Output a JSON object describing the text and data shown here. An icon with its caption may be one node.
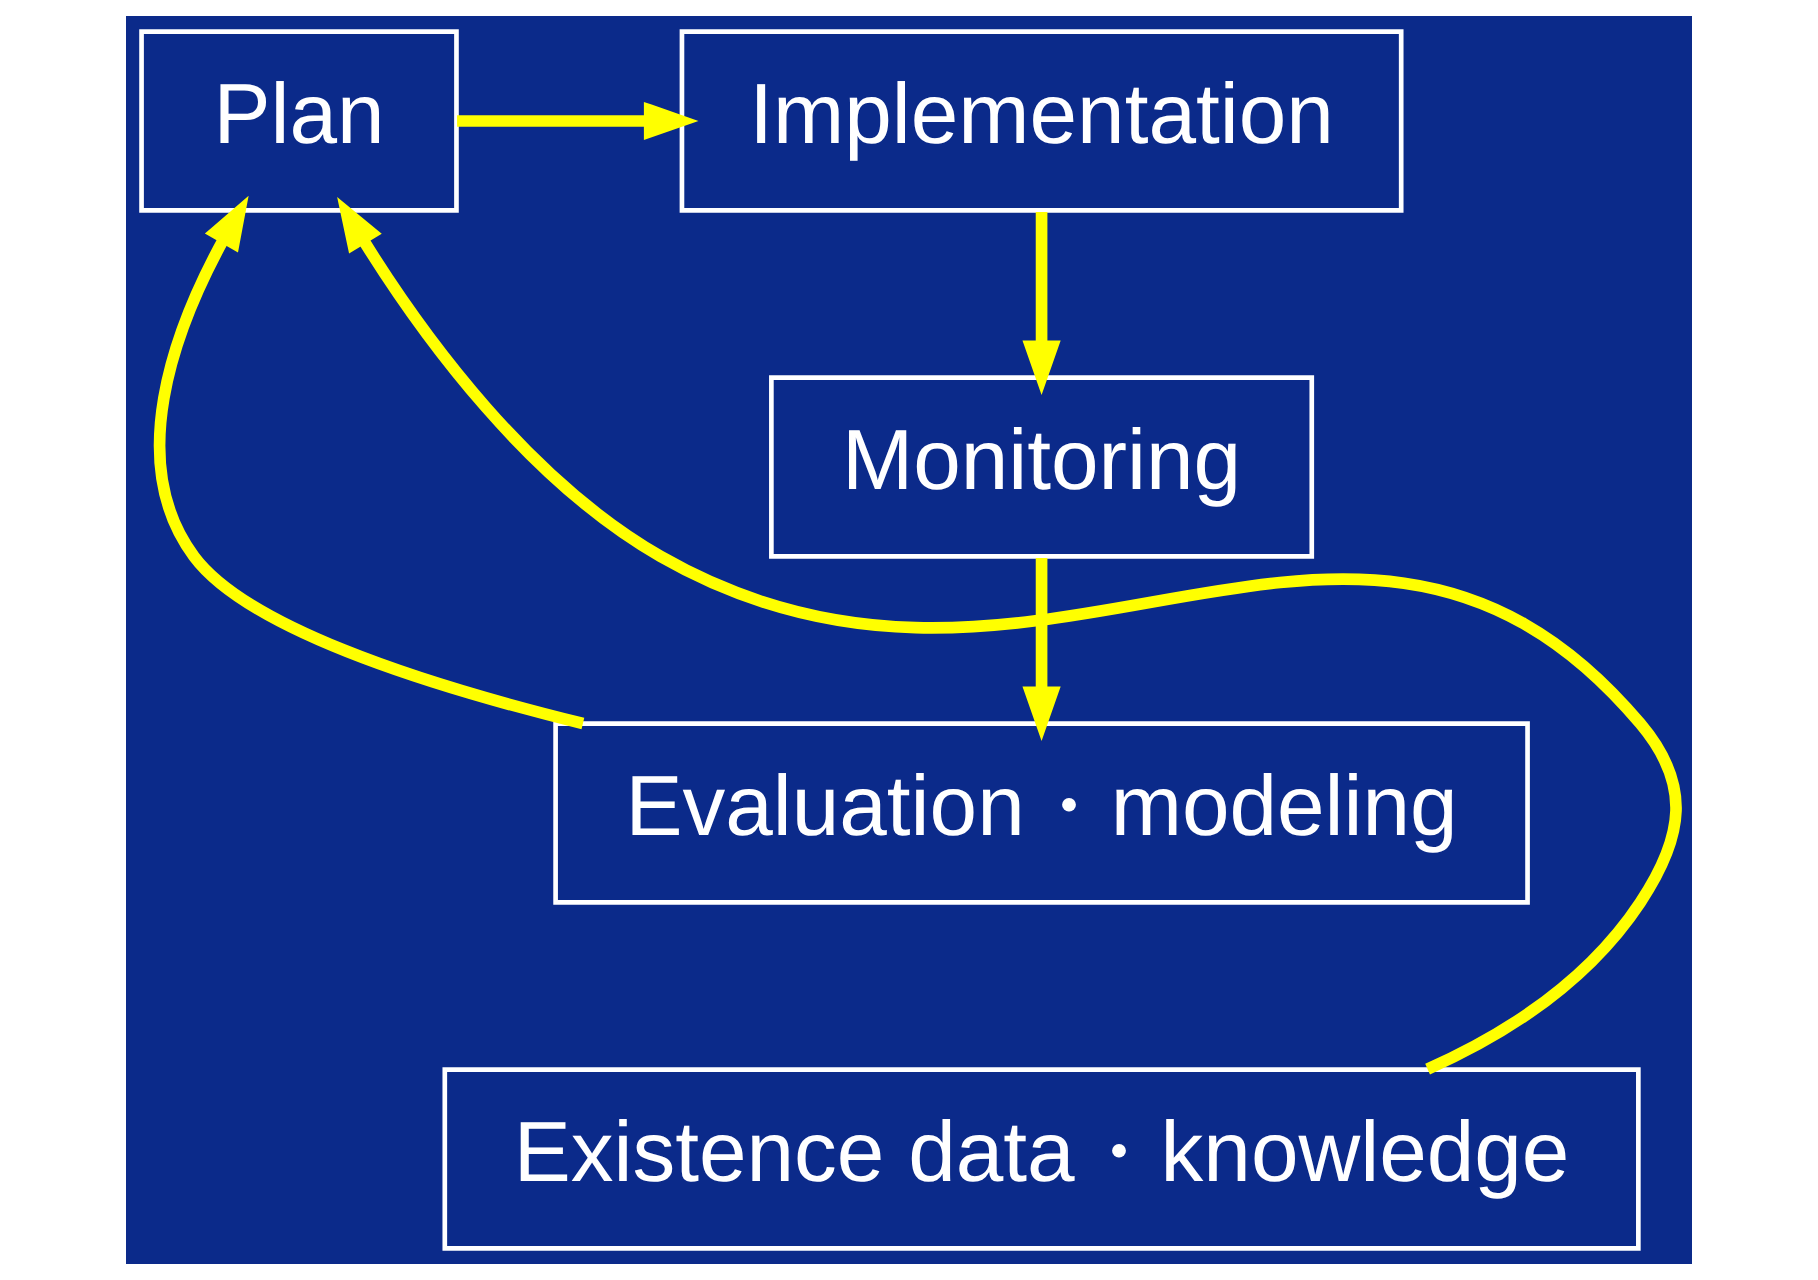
{
  "diagram": {
    "nodes": [
      {
        "text": [
          "Plan"
        ]
      },
      {
        "text": [
          "Implementation"
        ]
      },
      {
        "text": [
          "Monitoring"
        ]
      },
      {
        "text": [
          "Evaluation・modeling"
        ]
      },
      {
        "text": [
          "Existence data・knowledge"
        ]
      }
    ],
    "edges": [
      {
        "from": 0,
        "to": 1,
        "arrow": "to"
      },
      {
        "from": 1,
        "to": 2,
        "arrow": "to"
      },
      {
        "from": 2,
        "to": 3,
        "arrow": "to"
      },
      {
        "from": 3,
        "to": 0,
        "arrow": "to"
      },
      {
        "from": 4,
        "to": 0,
        "arrow": "to"
      }
    ]
  }
}
